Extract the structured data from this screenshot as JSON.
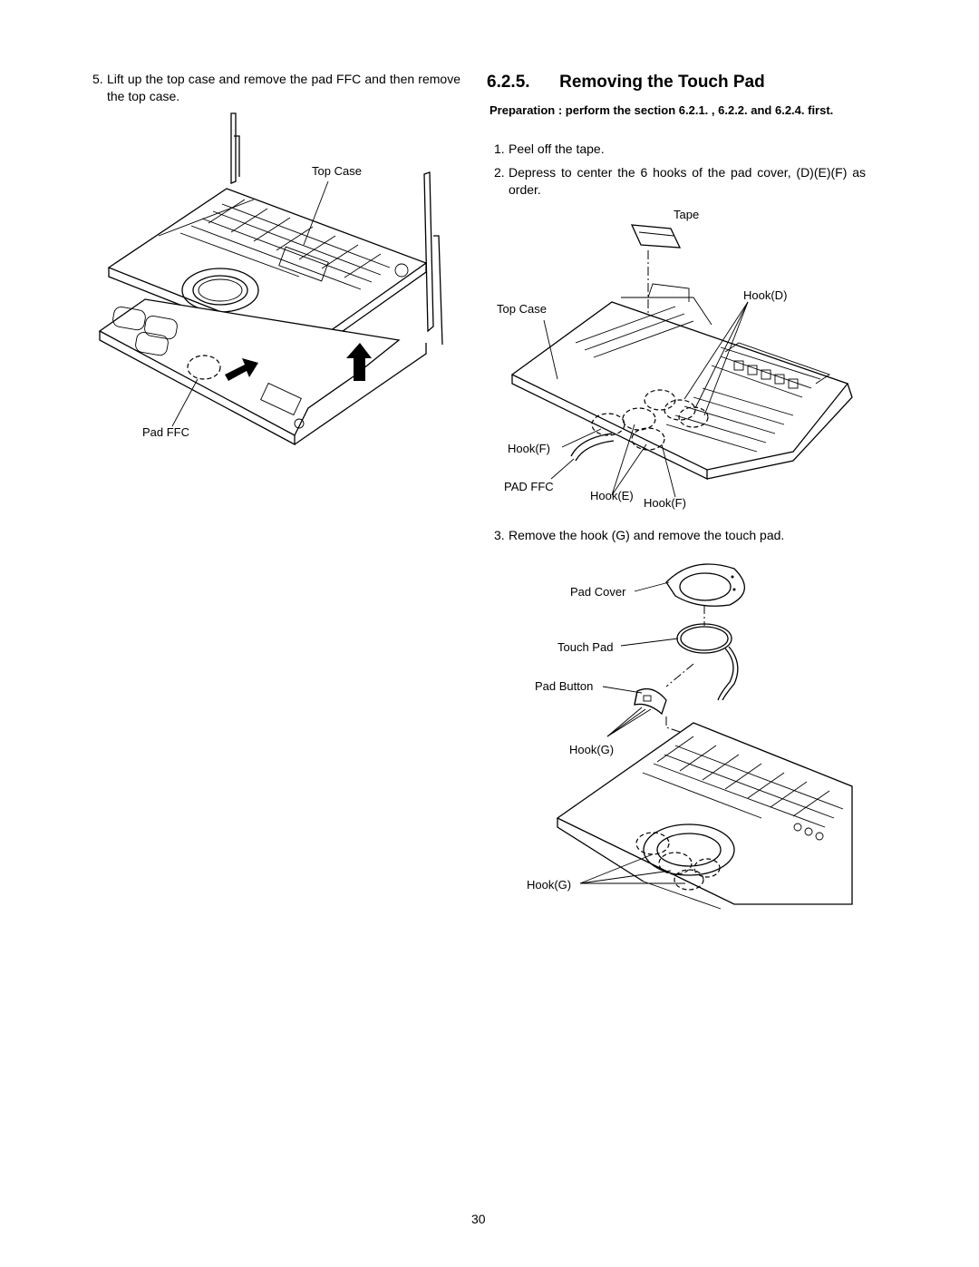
{
  "left": {
    "step5": {
      "num": "5.",
      "text": "Lift up the top case and remove the pad FFC and then remove the top case."
    },
    "fig1": {
      "label_top_case": "Top Case",
      "label_pad_ffc": "Pad FFC"
    }
  },
  "right": {
    "section_number": "6.2.5.",
    "section_title": "Removing the Touch Pad",
    "preparation": "Preparation : perform the section 6.2.1. , 6.2.2. and 6.2.4. first.",
    "step1": {
      "num": "1.",
      "text": "Peel off the tape."
    },
    "step2": {
      "num": "2.",
      "text": "Depress to center the 6 hooks of the pad cover, (D)(E)(F) as order."
    },
    "fig2": {
      "label_tape": "Tape",
      "label_top_case": "Top Case",
      "label_hook_d": "Hook(D)",
      "label_hook_f1": "Hook(F)",
      "label_pad_ffc": "PAD FFC",
      "label_hook_e": "Hook(E)",
      "label_hook_f2": "Hook(F)"
    },
    "step3": {
      "num": "3.",
      "text": "Remove the hook (G) and remove the touch pad."
    },
    "fig3": {
      "label_pad_cover": "Pad Cover",
      "label_touch_pad": "Touch Pad",
      "label_pad_button": "Pad Button",
      "label_hook_g1": "Hook(G)",
      "label_hook_g2": "Hook(G)"
    }
  },
  "page_number": "30"
}
